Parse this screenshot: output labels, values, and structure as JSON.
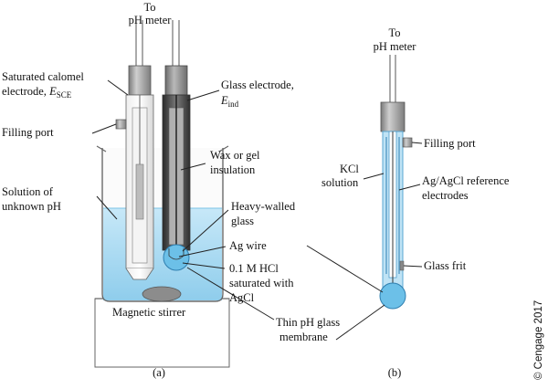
{
  "figure": {
    "panel_a": {
      "caption": "(a)",
      "to_meter": [
        "To",
        "pH meter"
      ],
      "labels": {
        "sce": [
          "Saturated calomel",
          "electrode, "
        ],
        "sce_symbol": "E",
        "sce_subscript": "SCE",
        "filling_port": "Filling port",
        "solution": [
          "Solution of",
          "unknown pH"
        ],
        "magnetic_stirrer": "Magnetic stirrer",
        "glass_electrode": [
          "Glass electrode,"
        ],
        "glass_symbol": "E",
        "glass_subscript": "ind",
        "wax": [
          "Wax or gel",
          "insulation"
        ],
        "heavy_glass": [
          "Heavy-walled",
          "glass"
        ],
        "ag_wire": "Ag wire",
        "hcl": [
          "0.1 M HCl",
          "saturated with",
          "AgCl"
        ],
        "membrane": [
          "Thin pH glass",
          "membrane"
        ]
      }
    },
    "panel_b": {
      "caption": "(b)",
      "to_meter": [
        "To",
        "pH meter"
      ],
      "labels": {
        "filling_port": "Filling port",
        "kcl": [
          "KCl",
          "solution"
        ],
        "ref_electrodes": [
          "Ag/AgCl reference",
          "electrodes"
        ],
        "glass_frit": "Glass frit"
      }
    },
    "copyright": "© Cengage 2017",
    "colors": {
      "solution": "#a9d8f0",
      "solution_dark": "#5bb6e2",
      "electrode_grey": "#8a8a8a",
      "cap_grey": "#9b9b9b",
      "beaker_outline": "#555555"
    }
  }
}
